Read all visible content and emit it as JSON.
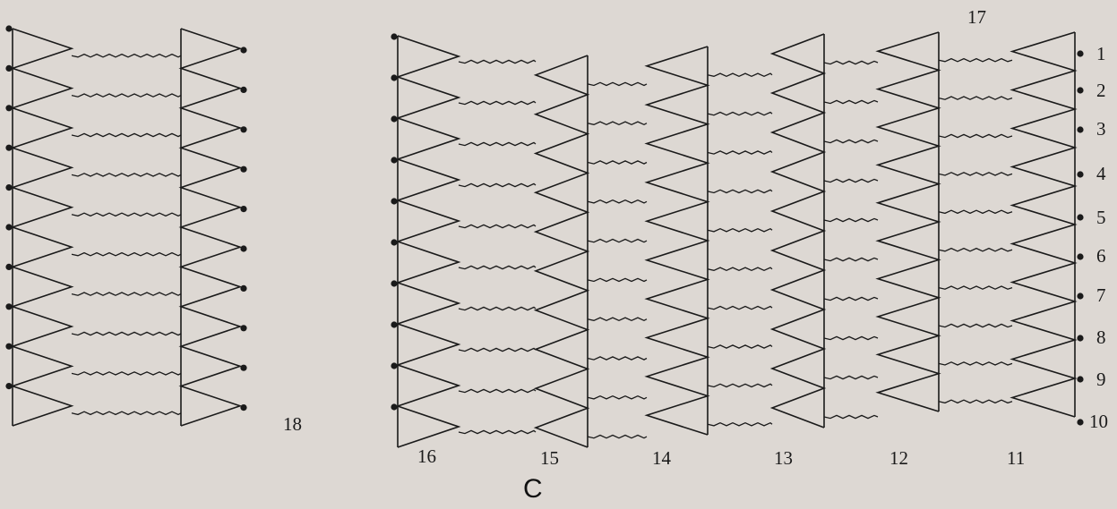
{
  "figure": {
    "panel_letter": "C",
    "column_labels": [
      "18",
      "16",
      "15",
      "14",
      "13",
      "12",
      "11",
      "17"
    ],
    "row_labels": [
      "1",
      "2",
      "3",
      "4",
      "5",
      "6",
      "7",
      "8",
      "9",
      "10"
    ]
  },
  "colors": {
    "ink": "#1a1a1a",
    "paper": "#ddd8d3"
  }
}
